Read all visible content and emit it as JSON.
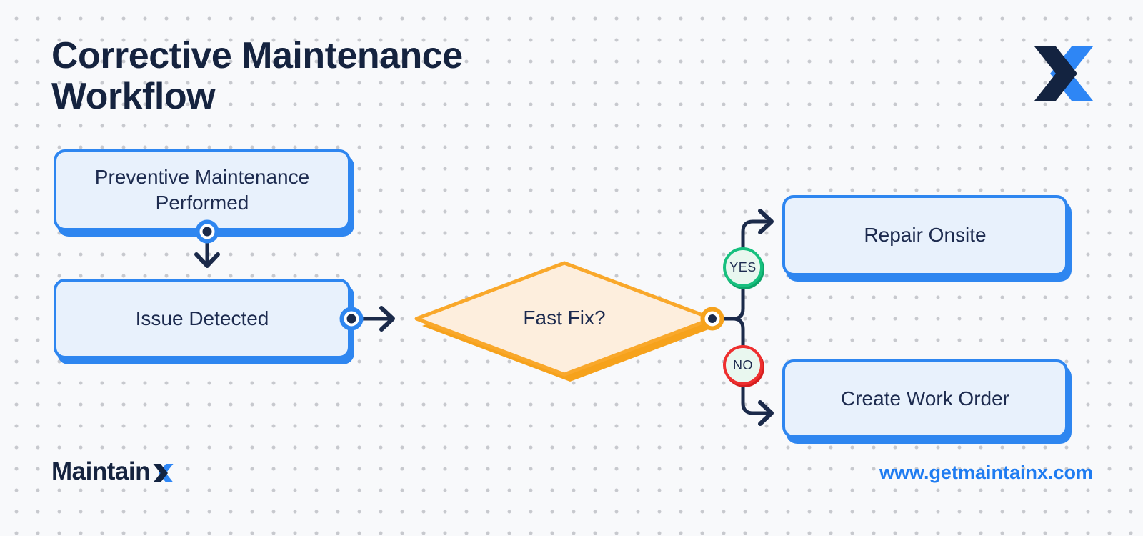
{
  "header": {
    "title_line1": "Corrective Maintenance",
    "title_line2": "Workflow"
  },
  "flowchart": {
    "nodes": [
      {
        "id": "preventive",
        "type": "process",
        "label": "Preventive Maintenance Performed"
      },
      {
        "id": "issue",
        "type": "process",
        "label": "Issue Detected"
      },
      {
        "id": "decision",
        "type": "decision",
        "label": "Fast Fix?"
      },
      {
        "id": "repair",
        "type": "process",
        "label": "Repair Onsite"
      },
      {
        "id": "work-order",
        "type": "process",
        "label": "Create Work Order"
      }
    ],
    "branch_labels": {
      "yes": "YES",
      "no": "NO"
    },
    "edges": [
      {
        "from": "preventive",
        "to": "issue"
      },
      {
        "from": "issue",
        "to": "decision"
      },
      {
        "from": "decision",
        "to": "repair",
        "label": "YES"
      },
      {
        "from": "decision",
        "to": "work-order",
        "label": "NO"
      }
    ]
  },
  "footer": {
    "brand_prefix": "Maintain",
    "brand_x": "X",
    "url": "www.getmaintainx.com"
  },
  "icons": {
    "top_right": "maintainx-x-logo-icon",
    "wordmark_x": "maintainx-wordmark-x-icon"
  },
  "colors": {
    "background": "#f8f9fb",
    "dot_grid": "#c7c9ce",
    "navy_text": "#15233f",
    "line_navy": "#1b2a4a",
    "box_border_blue": "#2e86f0",
    "box_fill": "#e8f1fc",
    "diamond_border_orange": "#f9a82b",
    "diamond_shadow_orange": "#f6a21c",
    "diamond_fill": "#fdeedd",
    "yes_green": "#17c07e",
    "no_red": "#ee2f2f",
    "badge_fill": "#e9f7ef",
    "url_blue": "#1f7cf1",
    "logo_navy": "#132340",
    "logo_blue": "#2e86f5"
  }
}
